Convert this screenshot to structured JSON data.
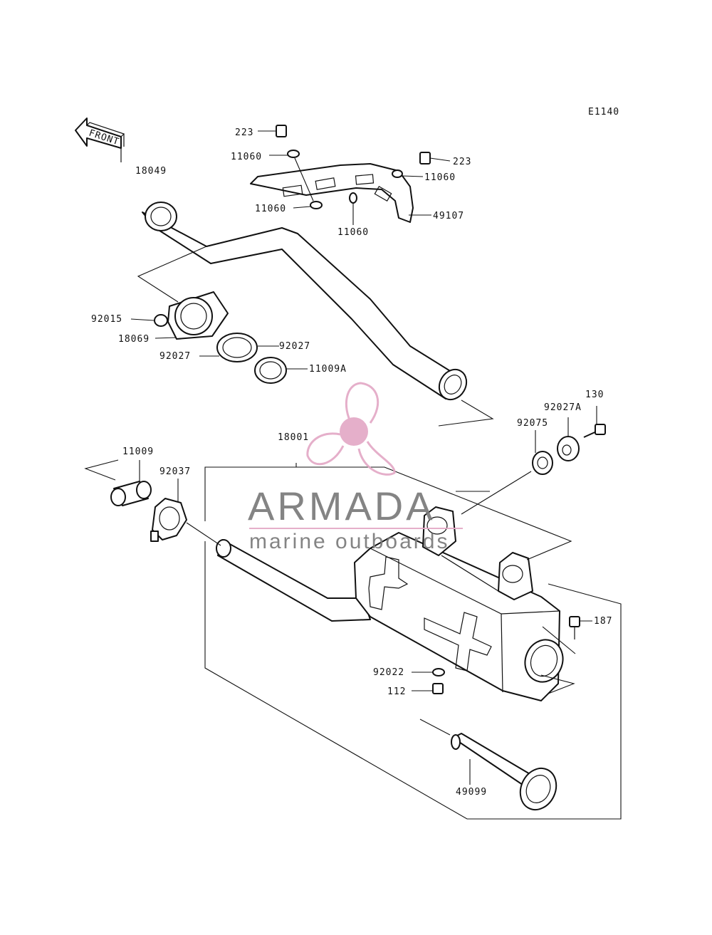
{
  "diagram": {
    "code": "E1140",
    "front_label": "FRONT",
    "parts": {
      "p223a": "223",
      "p223b": "223",
      "p11060a": "11060",
      "p11060b": "11060",
      "p11060c": "11060",
      "p11060d": "11060",
      "p49107": "49107",
      "p18049": "18049",
      "p92015": "92015",
      "p18069": "18069",
      "p92027a": "92027",
      "p92027b": "92027",
      "p11009a": "11009A",
      "p130": "130",
      "p92027A": "92027A",
      "p92075": "92075",
      "p18001": "18001",
      "p11009": "11009",
      "p92037": "92037",
      "p187": "187",
      "p92022": "92022",
      "p112": "112",
      "p49099": "49099"
    }
  },
  "watermark": {
    "brand": "ARMADA",
    "tagline": "marine outboards",
    "accent_color": "#e3a9c6",
    "text_color": "#7a7a7a"
  }
}
